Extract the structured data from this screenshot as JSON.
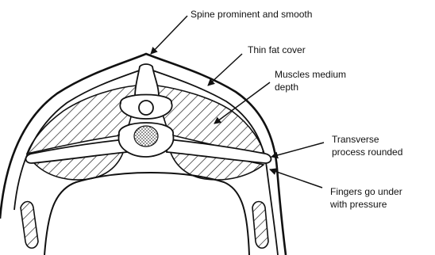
{
  "labels": {
    "spine": "Spine prominent and smooth",
    "fat": "Thin fat cover",
    "muscles_line1": "Muscles medium",
    "muscles_line2": "depth",
    "transverse_line1": "Transverse",
    "transverse_line2": "process rounded",
    "fingers_line1": "Fingers go under",
    "fingers_line2": "with pressure"
  },
  "colors": {
    "ink": "#111111",
    "background": "#ffffff"
  }
}
